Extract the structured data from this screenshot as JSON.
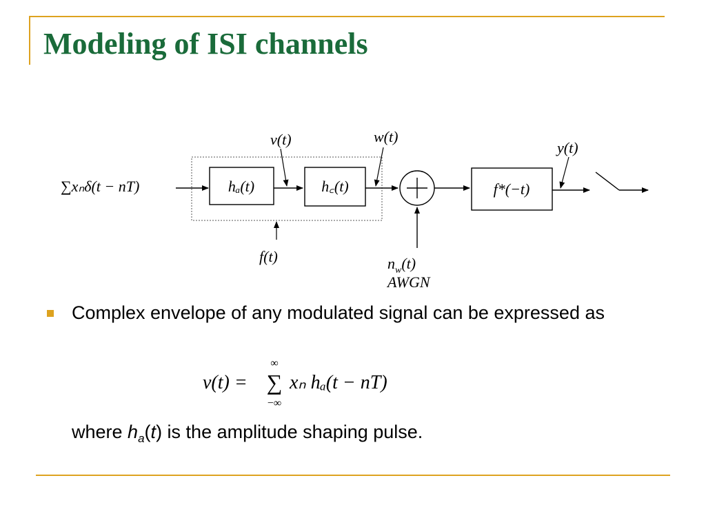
{
  "slide": {
    "title": "Modeling of ISI channels"
  },
  "diagram": {
    "input_label": "∑xₙδ(t − nT)",
    "block_ha": "hₐ(t)",
    "block_hc": "h꜀(t)",
    "block_matched": "f*(−t)",
    "label_v": "v(t)",
    "label_w": "w(t)",
    "label_y": "y(t)",
    "label_f": "f(t)",
    "label_noise": "n_w(t)",
    "label_awgn": "AWGN"
  },
  "bullet": {
    "text": "Complex envelope of any modulated signal can be expressed as"
  },
  "formula": {
    "lhs": "v(t) =",
    "sum_upper": "∞",
    "sum_lower": "−∞",
    "body": "xₙ hₐ(t − nT)"
  },
  "note": {
    "prefix": "where ",
    "h": "h",
    "sub_a": "a",
    "open": "(",
    "t": "t",
    "suffix": ") is the amplitude shaping pulse."
  },
  "colors": {
    "accent": "#dda21f",
    "title": "#1a6b3a"
  }
}
